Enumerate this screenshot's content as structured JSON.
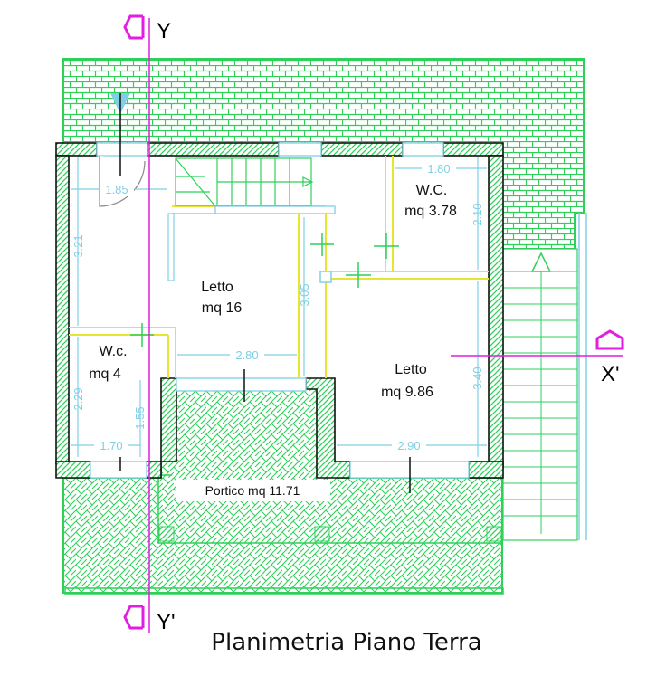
{
  "caption": "Planimetria Piano Terra",
  "axes": {
    "y_top": "Y",
    "y_bottom": "Y'",
    "x_right": "X'"
  },
  "rooms": {
    "letto_big": {
      "name": "Letto",
      "area": "mq 16"
    },
    "wc_top": {
      "name": "W.C.",
      "area": "mq 3.78"
    },
    "wc_small": {
      "name": "W.c.",
      "area": "mq 4"
    },
    "letto_small": {
      "name": "Letto",
      "area": "mq 9.86"
    },
    "portico": {
      "label": "Portico mq 11.71"
    }
  },
  "dimensions": {
    "d_185": "1.85",
    "d_180": "1.80",
    "d_210": "2.10",
    "d_321": "3.21",
    "d_305": "3.05",
    "d_280": "2.80",
    "d_340": "3.40",
    "d_229": "2.29",
    "d_155": "1.55",
    "d_170": "1.70",
    "d_290": "2.90"
  },
  "colors": {
    "hatch_green": "#2fd05a",
    "wall_fill": "#2fd05a",
    "dimension_cyan": "#7fd0e6",
    "yellow_line": "#e6e62e",
    "section_magenta": "#e11ee1"
  }
}
